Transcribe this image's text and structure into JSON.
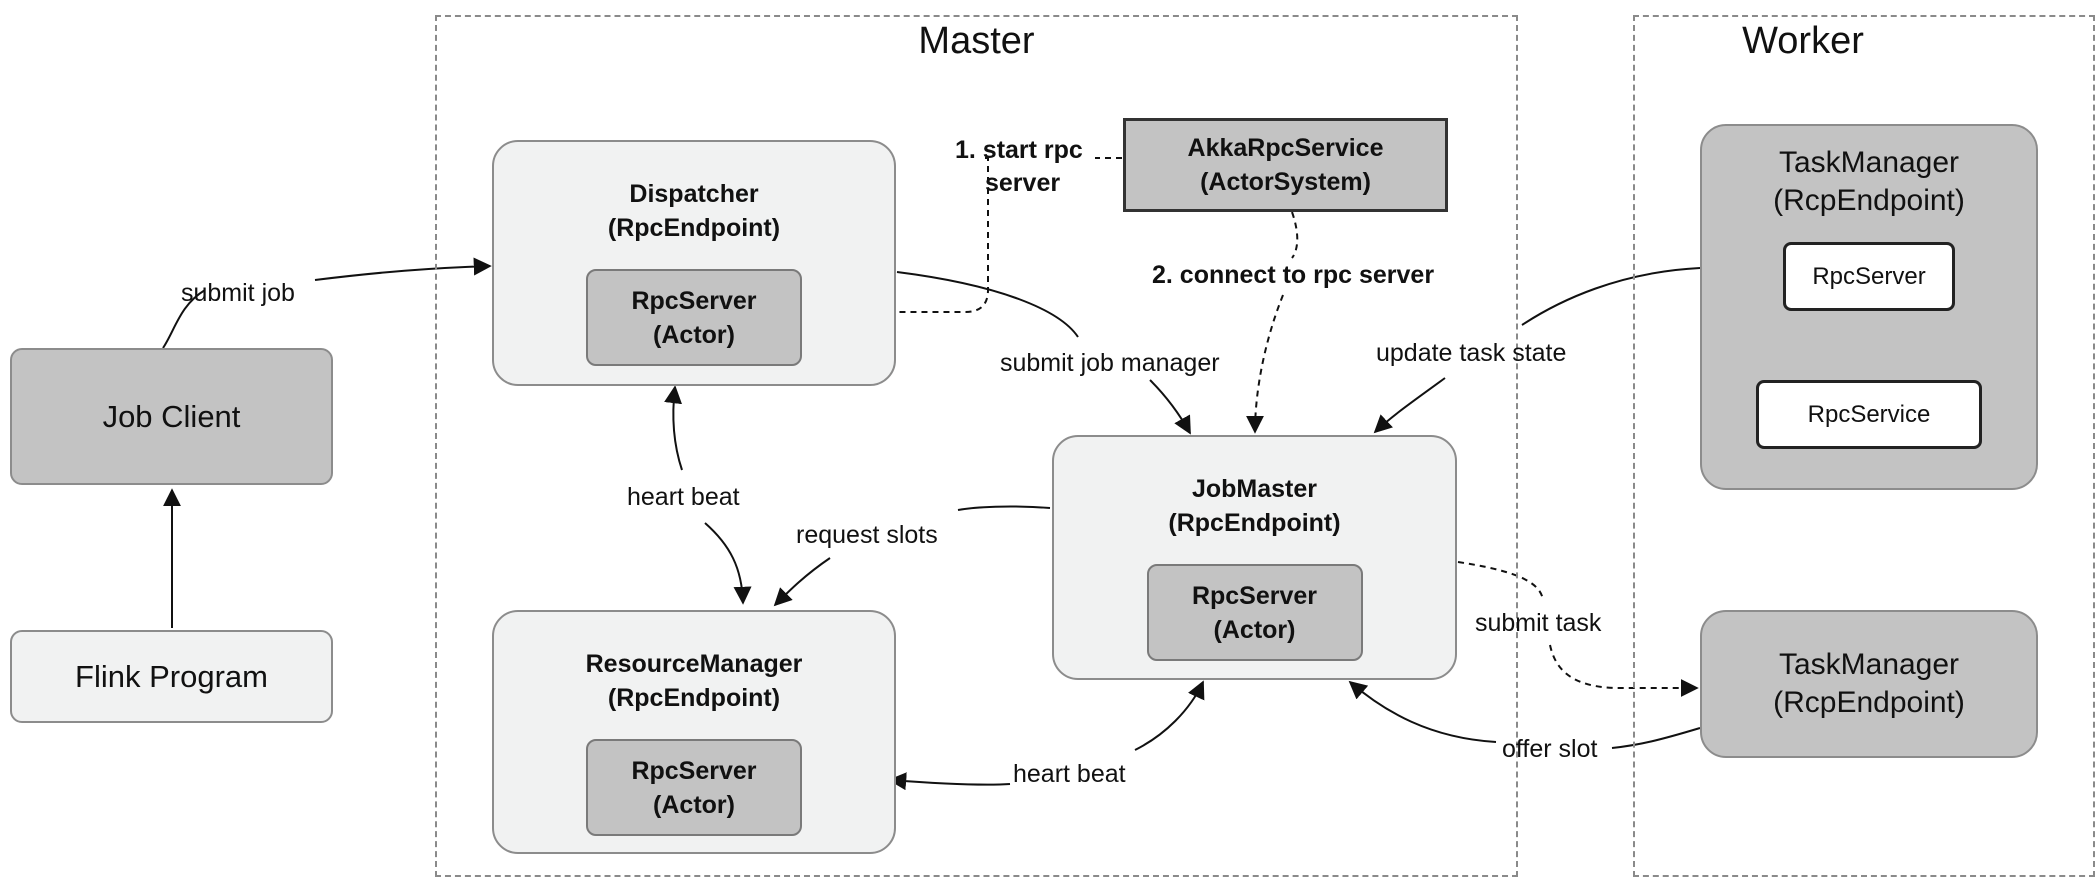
{
  "regions": {
    "master": "Master",
    "worker": "Worker"
  },
  "nodes": {
    "job_client": "Job Client",
    "flink_program": "Flink Program",
    "dispatcher": {
      "title": "Dispatcher",
      "subtitle": "(RpcEndpoint)",
      "inner_line1": "RpcServer",
      "inner_line2": "(Actor)"
    },
    "resource_manager": {
      "title": "ResourceManager",
      "subtitle": "(RpcEndpoint)",
      "inner_line1": "RpcServer",
      "inner_line2": "(Actor)"
    },
    "job_master": {
      "title": "JobMaster",
      "subtitle": "(RpcEndpoint)",
      "inner_line1": "RpcServer",
      "inner_line2": "(Actor)"
    },
    "akka_rpc_service": {
      "line1": "AkkaRpcService",
      "line2": "(ActorSystem)"
    },
    "task_manager_1": {
      "title": "TaskManager",
      "subtitle": "(RcpEndpoint)",
      "rpc_server": "RpcServer",
      "rpc_service": "RpcService"
    },
    "task_manager_2": {
      "title": "TaskManager",
      "subtitle": "(RcpEndpoint)"
    }
  },
  "edge_labels": {
    "submit_job": "submit job",
    "start_rpc_server_line1": "1. start rpc",
    "start_rpc_server_line2": "server",
    "connect_to_rpc_server": "2. connect to rpc server",
    "submit_job_manager": "submit job manager",
    "update_task_state": "update task state",
    "heart_beat_dispatcher": "heart beat",
    "request_slots": "request slots",
    "submit_task": "submit task",
    "heart_beat_resource_manager": "heart beat",
    "offer_slot": "offer slot"
  }
}
